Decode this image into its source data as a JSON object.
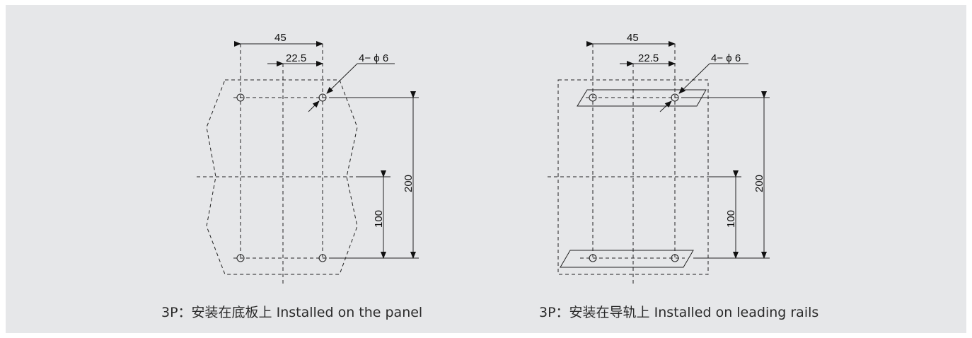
{
  "left_figure": {
    "dim_45": "45",
    "dim_22_5": "22.5",
    "dim_holes": "4− ϕ 6",
    "dim_200": "200",
    "dim_100": "100",
    "caption": "3P：安装在底板上 Installed on the panel"
  },
  "right_figure": {
    "dim_45": "45",
    "dim_22_5": "22.5",
    "dim_holes": "4− ϕ 6",
    "dim_200": "200",
    "dim_100": "100",
    "caption": "3P：安装在导轨上 Installed on leading rails"
  }
}
